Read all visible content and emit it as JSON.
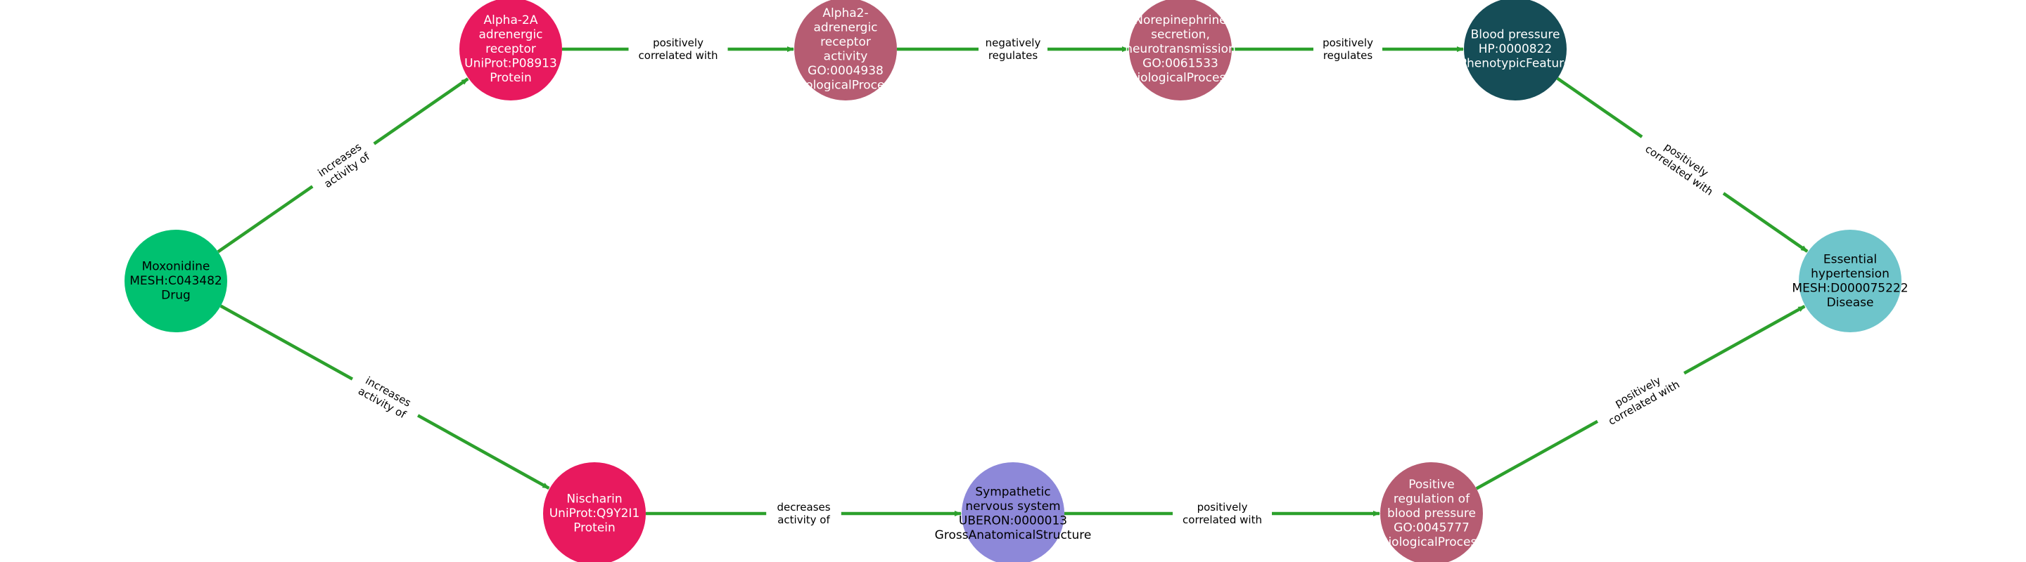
{
  "diagram": {
    "edge_color": "#2ca02c",
    "nodes": [
      {
        "id": "moxonidine",
        "lines": [
          "Moxonidine",
          "MESH:C043482",
          "Drug"
        ],
        "color": "#00c170",
        "text_color": "#000000"
      },
      {
        "id": "alpha2a_receptor",
        "lines": [
          "Alpha-2A",
          "adrenergic",
          "receptor",
          "UniProt:P08913",
          "Protein"
        ],
        "color": "#e8195e",
        "text_color": "#ffffff"
      },
      {
        "id": "alpha2_activity",
        "lines": [
          "Alpha2-",
          "adrenergic",
          "receptor",
          "activity",
          "GO:0004938",
          "BiologicalProcess"
        ],
        "color": "#b65c72",
        "text_color": "#ffffff"
      },
      {
        "id": "norepinephrine",
        "lines": [
          "Norepinephrine",
          "secretion,",
          "neurotransmission",
          "GO:0061533",
          "BiologicalProcess"
        ],
        "color": "#b65c72",
        "text_color": "#ffffff"
      },
      {
        "id": "blood_pressure",
        "lines": [
          "Blood pressure",
          "HP:0000822",
          "PhenotypicFeature"
        ],
        "color": "#154d57",
        "text_color": "#ffffff"
      },
      {
        "id": "essential_hypertension",
        "lines": [
          "Essential",
          "hypertension",
          "MESH:D000075222",
          "Disease"
        ],
        "color": "#6ec5cb",
        "text_color": "#000000"
      },
      {
        "id": "nischarin",
        "lines": [
          "Nischarin",
          "UniProt:Q9Y2I1",
          "Protein"
        ],
        "color": "#e8195e",
        "text_color": "#ffffff"
      },
      {
        "id": "sympathetic",
        "lines": [
          "Sympathetic",
          "nervous system",
          "UBERON:0000013",
          "GrossAnatomicalStructure"
        ],
        "color": "#8d88d9",
        "text_color": "#000000"
      },
      {
        "id": "positive_regulation",
        "lines": [
          "Positive",
          "regulation of",
          "blood pressure",
          "GO:0045777",
          "BiologicalProcess"
        ],
        "color": "#b65c72",
        "text_color": "#ffffff"
      }
    ],
    "edges": [
      {
        "from": "moxonidine",
        "to": "alpha2a_receptor",
        "label": [
          "increases",
          "activity of"
        ]
      },
      {
        "from": "alpha2a_receptor",
        "to": "alpha2_activity",
        "label": [
          "positively",
          "correlated with"
        ]
      },
      {
        "from": "alpha2_activity",
        "to": "norepinephrine",
        "label": [
          "negatively",
          "regulates"
        ]
      },
      {
        "from": "norepinephrine",
        "to": "blood_pressure",
        "label": [
          "positively",
          "regulates"
        ]
      },
      {
        "from": "blood_pressure",
        "to": "essential_hypertension",
        "label": [
          "positively",
          "correlated with"
        ]
      },
      {
        "from": "moxonidine",
        "to": "nischarin",
        "label": [
          "increases",
          "activity of"
        ]
      },
      {
        "from": "nischarin",
        "to": "sympathetic",
        "label": [
          "decreases",
          "activity of"
        ]
      },
      {
        "from": "sympathetic",
        "to": "positive_regulation",
        "label": [
          "positively",
          "correlated with"
        ]
      },
      {
        "from": "positive_regulation",
        "to": "essential_hypertension",
        "label": [
          "positively",
          "correlated with"
        ]
      }
    ]
  }
}
